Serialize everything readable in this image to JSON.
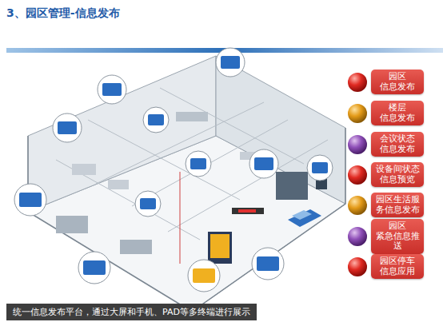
{
  "diagram": {
    "title": "3、园区管理-信息发布",
    "caption": "统一信息发布平台，通过大屏和手机、PAD等多终端进行展示",
    "nodes": [
      {
        "text": [
          "园区 信息发布"
        ]
      },
      {
        "text": [
          "楼层 信息发布"
        ]
      },
      {
        "text": [
          "会议状态 信息发布"
        ]
      },
      {
        "text": [
          "设备间状态 信息预览"
        ]
      },
      {
        "text": [
          "园区生活服 务信息发布"
        ]
      },
      {
        "text": [
          "园区 紧急信息推 送"
        ]
      },
      {
        "text": [
          "园区停车 信息应用"
        ]
      }
    ]
  }
}
